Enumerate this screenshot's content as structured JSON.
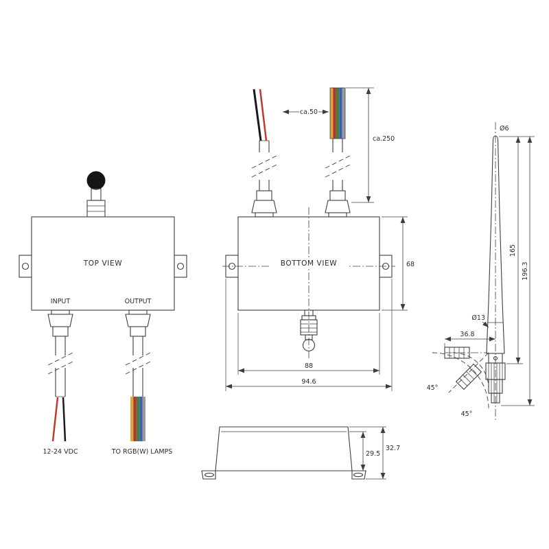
{
  "colors": {
    "line": "#3d3d3d",
    "text": "#2b2b2b",
    "knob": "#151515",
    "wire_red": "#c0392b",
    "wire_black": "#1a1a1a",
    "ribbon": [
      "#d8a83c",
      "#b23230",
      "#44803c",
      "#3c5fae",
      "#9b9b9b"
    ]
  },
  "top_view": {
    "label": "TOP VIEW",
    "input_label": "INPUT",
    "output_label": "OUTPUT",
    "power_cable_label": "12-24 VDC",
    "lamps_cable_label": "TO RGB(W) LAMPS"
  },
  "bottom_view": {
    "label": "BOTTOM VIEW",
    "dims": {
      "strip_length": "ca.50",
      "cable_length": "ca.250",
      "height": "68",
      "width": "88",
      "overall_width": "94.6"
    }
  },
  "antenna": {
    "dims": {
      "tip_diameter": "Ø6",
      "whip_length": "165",
      "overall_length": "196.3",
      "base_diameter": "Ø13",
      "folded_offset": "36.8",
      "fold_angle_a": "45°",
      "fold_angle_b": "45°"
    }
  },
  "side_view": {
    "dims": {
      "body_height": "29.5",
      "overall_height": "32.7"
    }
  }
}
